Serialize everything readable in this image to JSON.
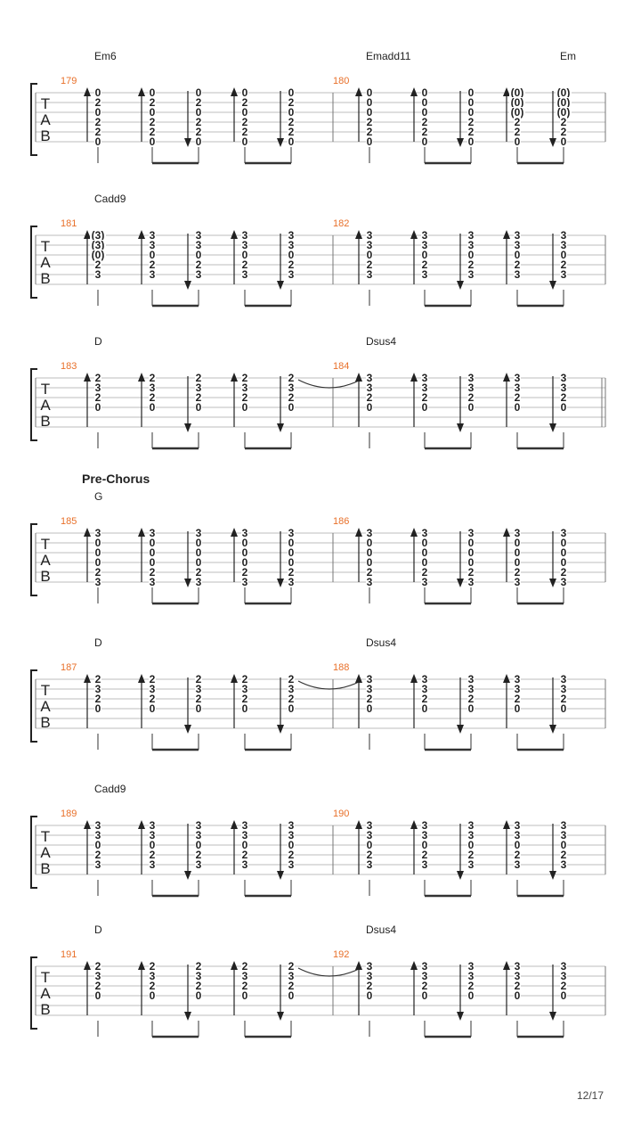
{
  "page_number": "12/17",
  "tab_clef": [
    "T",
    "A",
    "B"
  ],
  "systems": [
    {
      "measures": [
        {
          "number": "179",
          "chords": [
            {
              "name": "Em6",
              "beat": 0
            }
          ],
          "strokes": [
            {
              "dir": "up",
              "frets": [
                "0",
                "2",
                "0",
                "2",
                "2",
                "0"
              ]
            },
            {
              "dir": "up",
              "frets": [
                "0",
                "2",
                "0",
                "2",
                "2",
                "0"
              ]
            },
            {
              "dir": "down",
              "frets": [
                "0",
                "2",
                "0",
                "2",
                "2",
                "0"
              ]
            },
            {
              "dir": "up",
              "frets": [
                "0",
                "2",
                "0",
                "2",
                "2",
                "0"
              ]
            },
            {
              "dir": "down",
              "frets": [
                "0",
                "2",
                "0",
                "2",
                "2",
                "0"
              ]
            }
          ]
        },
        {
          "number": "180",
          "chords": [
            {
              "name": "Emadd11",
              "beat": 0
            },
            {
              "name": "Em",
              "beat": 4
            }
          ],
          "strokes": [
            {
              "dir": "up",
              "frets": [
                "0",
                "0",
                "0",
                "2",
                "2",
                "0"
              ]
            },
            {
              "dir": "up",
              "frets": [
                "0",
                "0",
                "0",
                "2",
                "2",
                "0"
              ]
            },
            {
              "dir": "down",
              "frets": [
                "0",
                "0",
                "0",
                "2",
                "2",
                "0"
              ]
            },
            {
              "dir": "up",
              "frets": [
                "(0)",
                "(0)",
                "(0)",
                "2",
                "2",
                "0"
              ]
            },
            {
              "dir": "down",
              "frets": [
                "(0)",
                "(0)",
                "(0)",
                "2",
                "2",
                "0"
              ]
            }
          ]
        }
      ]
    },
    {
      "measures": [
        {
          "number": "181",
          "chords": [
            {
              "name": "Cadd9",
              "beat": 0
            }
          ],
          "strokes": [
            {
              "dir": "up",
              "frets": [
                "(3)",
                "(3)",
                "(0)",
                "2",
                "3",
                ""
              ]
            },
            {
              "dir": "up",
              "frets": [
                "3",
                "3",
                "0",
                "2",
                "3",
                ""
              ]
            },
            {
              "dir": "down",
              "frets": [
                "3",
                "3",
                "0",
                "2",
                "3",
                ""
              ]
            },
            {
              "dir": "up",
              "frets": [
                "3",
                "3",
                "0",
                "2",
                "3",
                ""
              ]
            },
            {
              "dir": "down",
              "frets": [
                "3",
                "3",
                "0",
                "2",
                "3",
                ""
              ]
            }
          ]
        },
        {
          "number": "182",
          "chords": [],
          "strokes": [
            {
              "dir": "up",
              "frets": [
                "3",
                "3",
                "0",
                "2",
                "3",
                ""
              ]
            },
            {
              "dir": "up",
              "frets": [
                "3",
                "3",
                "0",
                "2",
                "3",
                ""
              ]
            },
            {
              "dir": "down",
              "frets": [
                "3",
                "3",
                "0",
                "2",
                "3",
                ""
              ]
            },
            {
              "dir": "up",
              "frets": [
                "3",
                "3",
                "0",
                "2",
                "3",
                ""
              ]
            },
            {
              "dir": "down",
              "frets": [
                "3",
                "3",
                "0",
                "2",
                "3",
                ""
              ]
            }
          ]
        }
      ]
    },
    {
      "tie": true,
      "double_end": true,
      "measures": [
        {
          "number": "183",
          "chords": [
            {
              "name": "D",
              "beat": 0
            }
          ],
          "strokes": [
            {
              "dir": "up",
              "frets": [
                "2",
                "3",
                "2",
                "0",
                "",
                ""
              ]
            },
            {
              "dir": "up",
              "frets": [
                "2",
                "3",
                "2",
                "0",
                "",
                ""
              ]
            },
            {
              "dir": "down",
              "frets": [
                "2",
                "3",
                "2",
                "0",
                "",
                ""
              ]
            },
            {
              "dir": "up",
              "frets": [
                "2",
                "3",
                "2",
                "0",
                "",
                ""
              ]
            },
            {
              "dir": "down",
              "frets": [
                "2",
                "3",
                "2",
                "0",
                "",
                ""
              ]
            }
          ]
        },
        {
          "number": "184",
          "chords": [
            {
              "name": "Dsus4",
              "beat": 0
            }
          ],
          "strokes": [
            {
              "dir": "up",
              "frets": [
                "3",
                "3",
                "2",
                "0",
                "",
                ""
              ]
            },
            {
              "dir": "up",
              "frets": [
                "3",
                "3",
                "2",
                "0",
                "",
                ""
              ]
            },
            {
              "dir": "down",
              "frets": [
                "3",
                "3",
                "2",
                "0",
                "",
                ""
              ]
            },
            {
              "dir": "up",
              "frets": [
                "3",
                "3",
                "2",
                "0",
                "",
                ""
              ]
            },
            {
              "dir": "down",
              "frets": [
                "3",
                "3",
                "2",
                "0",
                "",
                ""
              ]
            }
          ]
        }
      ]
    },
    {
      "section": "Pre-Chorus",
      "measures": [
        {
          "number": "185",
          "chords": [
            {
              "name": "G",
              "beat": 0
            }
          ],
          "strokes": [
            {
              "dir": "up",
              "frets": [
                "3",
                "0",
                "0",
                "0",
                "2",
                "3"
              ]
            },
            {
              "dir": "up",
              "frets": [
                "3",
                "0",
                "0",
                "0",
                "2",
                "3"
              ]
            },
            {
              "dir": "down",
              "frets": [
                "3",
                "0",
                "0",
                "0",
                "2",
                "3"
              ]
            },
            {
              "dir": "up",
              "frets": [
                "3",
                "0",
                "0",
                "0",
                "2",
                "3"
              ]
            },
            {
              "dir": "down",
              "frets": [
                "3",
                "0",
                "0",
                "0",
                "2",
                "3"
              ]
            }
          ]
        },
        {
          "number": "186",
          "chords": [],
          "strokes": [
            {
              "dir": "up",
              "frets": [
                "3",
                "0",
                "0",
                "0",
                "2",
                "3"
              ]
            },
            {
              "dir": "up",
              "frets": [
                "3",
                "0",
                "0",
                "0",
                "2",
                "3"
              ]
            },
            {
              "dir": "down",
              "frets": [
                "3",
                "0",
                "0",
                "0",
                "2",
                "3"
              ]
            },
            {
              "dir": "up",
              "frets": [
                "3",
                "0",
                "0",
                "0",
                "2",
                "3"
              ]
            },
            {
              "dir": "down",
              "frets": [
                "3",
                "0",
                "0",
                "0",
                "2",
                "3"
              ]
            }
          ]
        }
      ]
    },
    {
      "tie": true,
      "measures": [
        {
          "number": "187",
          "chords": [
            {
              "name": "D",
              "beat": 0
            }
          ],
          "strokes": [
            {
              "dir": "up",
              "frets": [
                "2",
                "3",
                "2",
                "0",
                "",
                ""
              ]
            },
            {
              "dir": "up",
              "frets": [
                "2",
                "3",
                "2",
                "0",
                "",
                ""
              ]
            },
            {
              "dir": "down",
              "frets": [
                "2",
                "3",
                "2",
                "0",
                "",
                ""
              ]
            },
            {
              "dir": "up",
              "frets": [
                "2",
                "3",
                "2",
                "0",
                "",
                ""
              ]
            },
            {
              "dir": "down",
              "frets": [
                "2",
                "3",
                "2",
                "0",
                "",
                ""
              ]
            }
          ]
        },
        {
          "number": "188",
          "chords": [
            {
              "name": "Dsus4",
              "beat": 0
            }
          ],
          "strokes": [
            {
              "dir": "up",
              "frets": [
                "3",
                "3",
                "2",
                "0",
                "",
                ""
              ]
            },
            {
              "dir": "up",
              "frets": [
                "3",
                "3",
                "2",
                "0",
                "",
                ""
              ]
            },
            {
              "dir": "down",
              "frets": [
                "3",
                "3",
                "2",
                "0",
                "",
                ""
              ]
            },
            {
              "dir": "up",
              "frets": [
                "3",
                "3",
                "2",
                "0",
                "",
                ""
              ]
            },
            {
              "dir": "down",
              "frets": [
                "3",
                "3",
                "2",
                "0",
                "",
                ""
              ]
            }
          ]
        }
      ]
    },
    {
      "measures": [
        {
          "number": "189",
          "chords": [
            {
              "name": "Cadd9",
              "beat": 0
            }
          ],
          "strokes": [
            {
              "dir": "up",
              "frets": [
                "3",
                "3",
                "0",
                "2",
                "3",
                ""
              ]
            },
            {
              "dir": "up",
              "frets": [
                "3",
                "3",
                "0",
                "2",
                "3",
                ""
              ]
            },
            {
              "dir": "down",
              "frets": [
                "3",
                "3",
                "0",
                "2",
                "3",
                ""
              ]
            },
            {
              "dir": "up",
              "frets": [
                "3",
                "3",
                "0",
                "2",
                "3",
                ""
              ]
            },
            {
              "dir": "down",
              "frets": [
                "3",
                "3",
                "0",
                "2",
                "3",
                ""
              ]
            }
          ]
        },
        {
          "number": "190",
          "chords": [],
          "strokes": [
            {
              "dir": "up",
              "frets": [
                "3",
                "3",
                "0",
                "2",
                "3",
                ""
              ]
            },
            {
              "dir": "up",
              "frets": [
                "3",
                "3",
                "0",
                "2",
                "3",
                ""
              ]
            },
            {
              "dir": "down",
              "frets": [
                "3",
                "3",
                "0",
                "2",
                "3",
                ""
              ]
            },
            {
              "dir": "up",
              "frets": [
                "3",
                "3",
                "0",
                "2",
                "3",
                ""
              ]
            },
            {
              "dir": "down",
              "frets": [
                "3",
                "3",
                "0",
                "2",
                "3",
                ""
              ]
            }
          ]
        }
      ]
    },
    {
      "tie": true,
      "measures": [
        {
          "number": "191",
          "chords": [
            {
              "name": "D",
              "beat": 0
            }
          ],
          "strokes": [
            {
              "dir": "up",
              "frets": [
                "2",
                "3",
                "2",
                "0",
                "",
                ""
              ]
            },
            {
              "dir": "up",
              "frets": [
                "2",
                "3",
                "2",
                "0",
                "",
                ""
              ]
            },
            {
              "dir": "down",
              "frets": [
                "2",
                "3",
                "2",
                "0",
                "",
                ""
              ]
            },
            {
              "dir": "up",
              "frets": [
                "2",
                "3",
                "2",
                "0",
                "",
                ""
              ]
            },
            {
              "dir": "down",
              "frets": [
                "2",
                "3",
                "2",
                "0",
                "",
                ""
              ]
            }
          ]
        },
        {
          "number": "192",
          "chords": [
            {
              "name": "Dsus4",
              "beat": 0
            }
          ],
          "strokes": [
            {
              "dir": "up",
              "frets": [
                "3",
                "3",
                "2",
                "0",
                "",
                ""
              ]
            },
            {
              "dir": "up",
              "frets": [
                "3",
                "3",
                "2",
                "0",
                "",
                ""
              ]
            },
            {
              "dir": "down",
              "frets": [
                "3",
                "3",
                "2",
                "0",
                "",
                ""
              ]
            },
            {
              "dir": "up",
              "frets": [
                "3",
                "3",
                "2",
                "0",
                "",
                ""
              ]
            },
            {
              "dir": "down",
              "frets": [
                "3",
                "3",
                "2",
                "0",
                "",
                ""
              ]
            }
          ]
        }
      ]
    }
  ]
}
